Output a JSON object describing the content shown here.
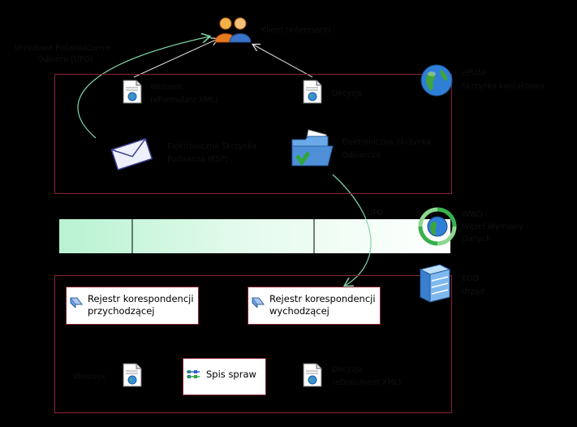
{
  "client": {
    "label": "Klient (interesant)"
  },
  "upo": {
    "line1": "Urzędowe Poświadczenie",
    "line2": "Odbioru (UPO)"
  },
  "epuap": {
    "line1": "ePUAP",
    "line2": "Skrzynka kontaktowa"
  },
  "wniosek_top": {
    "line1": "Wniosek",
    "line2": "(eFormularz XML)"
  },
  "decyzja_top": {
    "label": "Decyzja"
  },
  "inbox": {
    "line1": "Elektroniczna Skrzynka",
    "line2": "Podawcza (ESP)"
  },
  "outbox": {
    "line1": "Elektroniczna Skrzynka",
    "line2": "Odbiorcza"
  },
  "wwd": {
    "line1": "WWD",
    "line2": "Węzeł Wymiany",
    "line3": "Danych"
  },
  "upo_short": {
    "label": "UPO"
  },
  "eod": {
    "line1": "EOD",
    "line2": "Urząd"
  },
  "reg_in": {
    "line1": "Rejestr korespondencji",
    "line2": "przychodzącej"
  },
  "reg_out": {
    "line1": "Rejestr korespondencji",
    "line2": "wychodzącej"
  },
  "spis": {
    "label": "Spis spraw"
  },
  "wniosek_bottom": {
    "label": "Wniosek"
  },
  "decyzja_bottom": {
    "line1": "Decyzja",
    "line2": "(eDokument XML)"
  },
  "arrows": {
    "down": "V",
    "up": "Λ",
    "right": ">"
  },
  "colors": {
    "frame": "#8a2436",
    "flow": "#7fd6a6",
    "band": "#c8f5dc"
  }
}
